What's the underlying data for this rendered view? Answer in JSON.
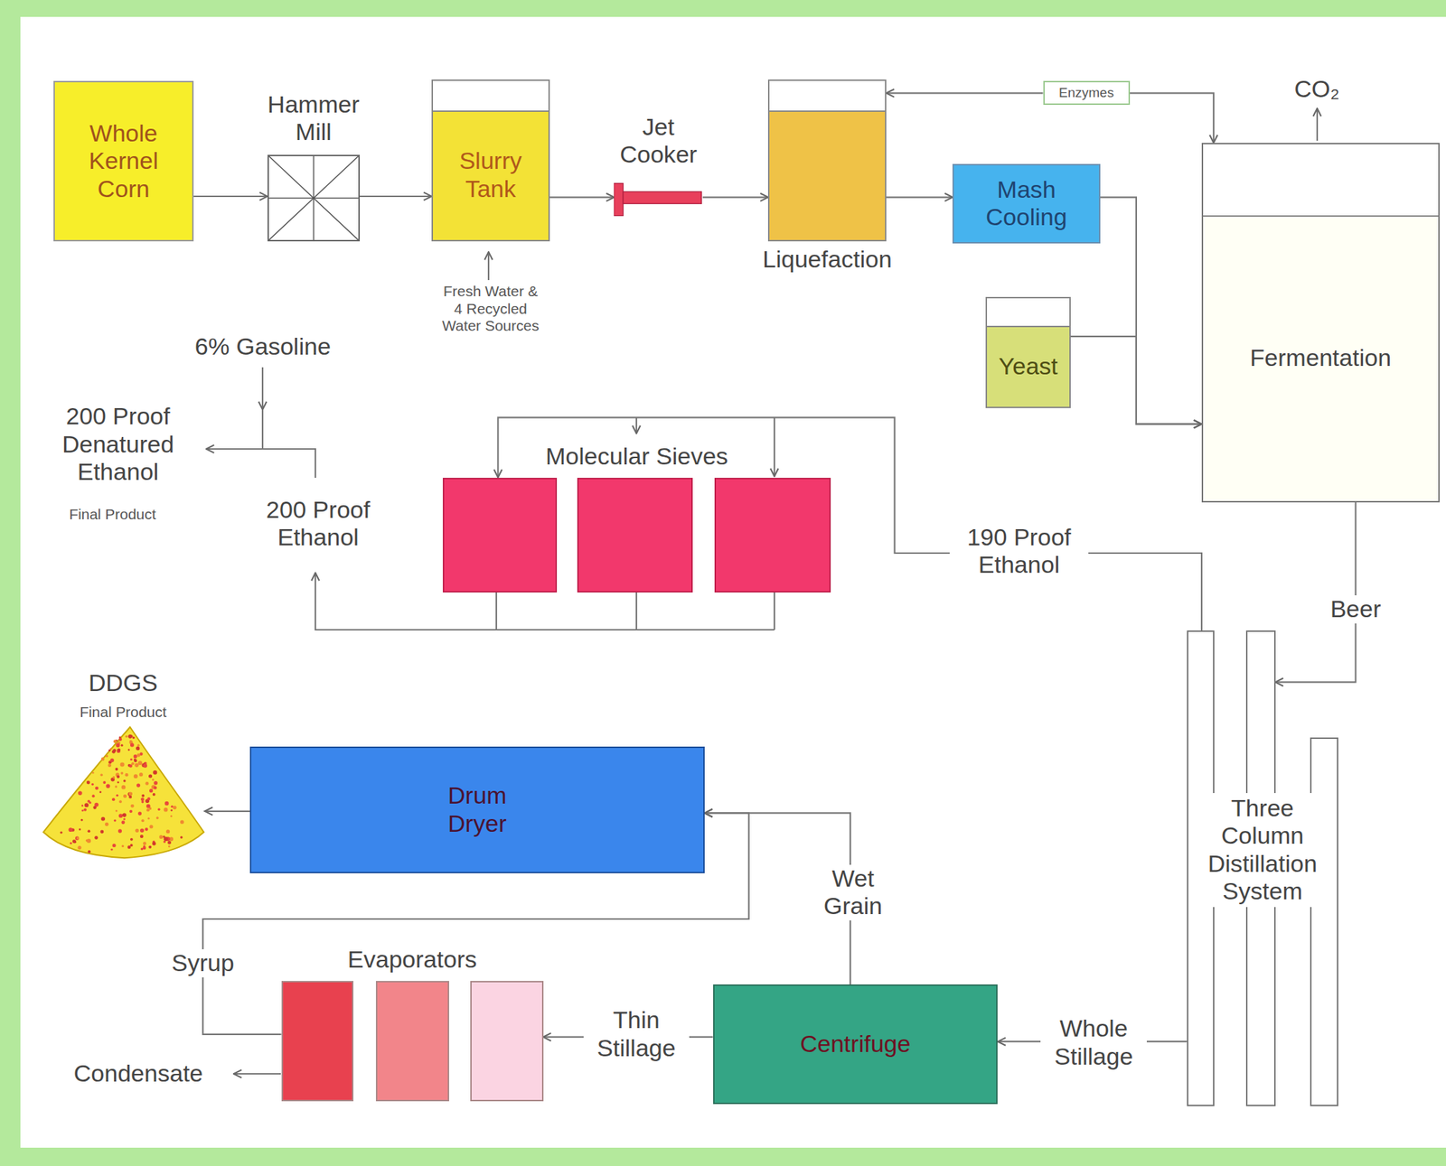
{
  "diagram": {
    "nodes": [
      {
        "text": [
          "Whole Kernel Corn"
        ]
      },
      {
        "text": [
          "Hammer Mill"
        ]
      },
      {
        "text": [
          "Slurry Tank"
        ]
      },
      {
        "text": [
          "Jet Cooker"
        ]
      },
      {
        "text": [
          "Liquefaction"
        ]
      },
      {
        "text": [
          "Enzymes"
        ]
      },
      {
        "text": [
          "Mash Cooling"
        ]
      },
      {
        "text": [
          "Yeast"
        ]
      },
      {
        "text": [
          "Fermentation"
        ]
      },
      {
        "text": [
          "Molecular Sieves"
        ]
      },
      {
        "text": [
          "Three Column Distillation System"
        ]
      },
      {
        "text": [
          "Drum Dryer"
        ]
      },
      {
        "text": [
          "Centrifuge"
        ]
      },
      {
        "text": [
          "Evaporators"
        ]
      },
      {
        "text": [
          "DDGS",
          "Final Product"
        ]
      }
    ],
    "edges": [
      {
        "from": 0,
        "to": 1,
        "arrow": "to"
      },
      {
        "from": 1,
        "to": 2,
        "arrow": "to"
      },
      {
        "from": 2,
        "to": 3,
        "arrow": "to"
      },
      {
        "from": 3,
        "to": 4,
        "arrow": "to"
      },
      {
        "from": 5,
        "to": 4,
        "arrow": "to"
      },
      {
        "from": 5,
        "to": 8,
        "arrow": "to"
      },
      {
        "from": 4,
        "to": 6,
        "arrow": "to"
      },
      {
        "from": 6,
        "to": 8,
        "arrow": "to"
      },
      {
        "from": 7,
        "to": 8,
        "arrow": "to"
      },
      {
        "from": 8,
        "to": 10,
        "label": "Beer",
        "arrow": "to"
      },
      {
        "from": 10,
        "to": 9,
        "label": "190 Proof Ethanol",
        "arrow": "to"
      },
      {
        "from": 10,
        "to": 12,
        "label": "Whole Stillage",
        "arrow": "to"
      },
      {
        "from": 12,
        "to": 13,
        "label": "Thin Stillage",
        "arrow": "to"
      },
      {
        "from": 12,
        "to": 11,
        "label": "Wet Grain",
        "arrow": "to"
      },
      {
        "from": 13,
        "to": 11,
        "label": "Syrup",
        "arrow": "to"
      },
      {
        "from": 11,
        "to": 14,
        "arrow": "to"
      }
    ],
    "labels": [
      "CO₂",
      "Fresh Water & 4 Recycled Water Sources",
      "6% Gasoline",
      "200 Proof Denatured Ethanol",
      "Final Product",
      "200 Proof Ethanol",
      "Condensate"
    ]
  }
}
